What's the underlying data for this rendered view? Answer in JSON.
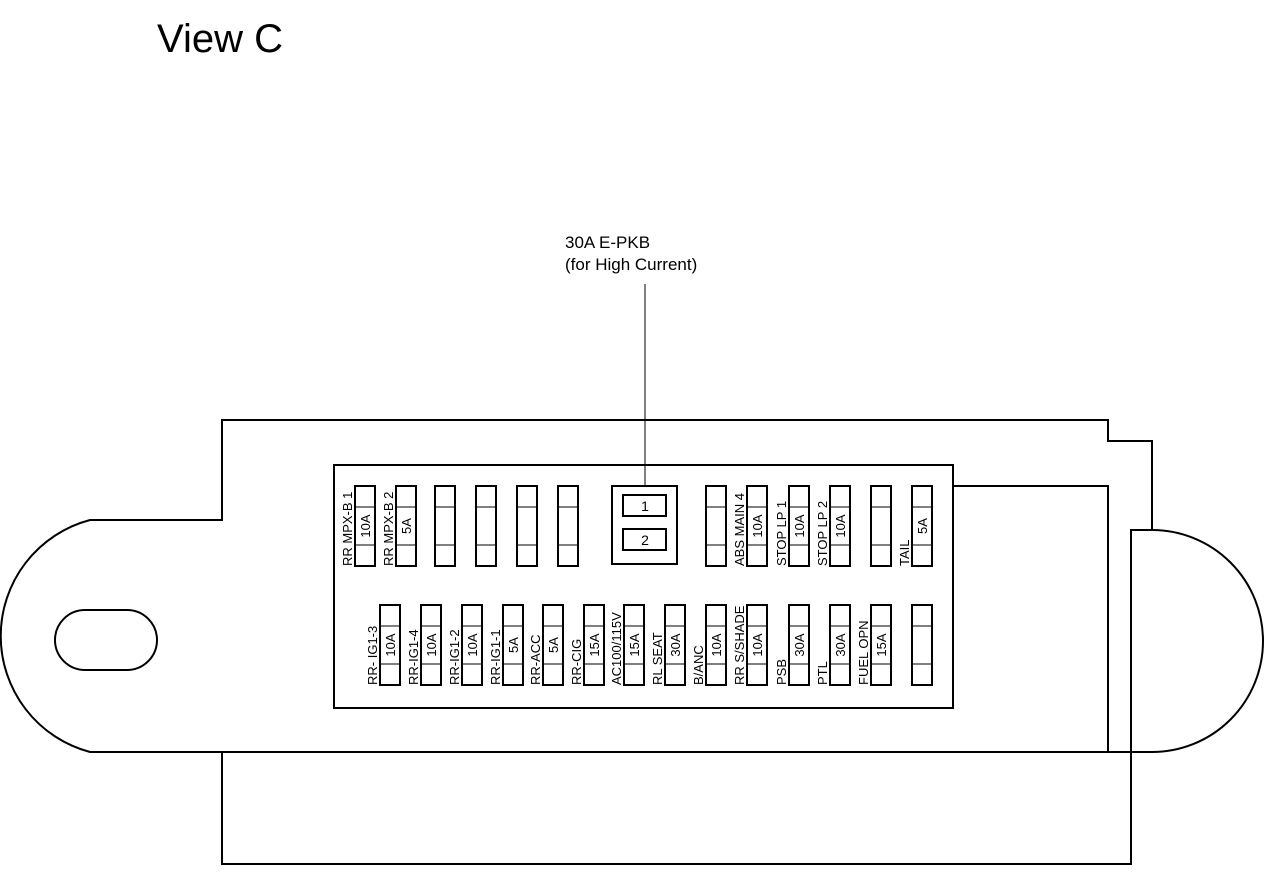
{
  "title": "View C",
  "callout": {
    "line1": "30A E-PKB",
    "line2": "(for High Current)"
  },
  "relay_slots": [
    "1",
    "2"
  ],
  "top_row": [
    {
      "name": "RR MPX-B 1",
      "rating": "10A"
    },
    {
      "name": "RR MPX-B 2",
      "rating": "5A"
    },
    {
      "name": "",
      "rating": ""
    },
    {
      "name": "",
      "rating": ""
    },
    {
      "name": "",
      "rating": ""
    },
    {
      "name": "",
      "rating": ""
    },
    {
      "name": "",
      "rating": ""
    },
    {
      "name": "ABS MAIN 4",
      "rating": "10A"
    },
    {
      "name": "STOP LP 1",
      "rating": "10A"
    },
    {
      "name": "STOP LP 2",
      "rating": "10A"
    },
    {
      "name": "",
      "rating": ""
    },
    {
      "name": "TAIL",
      "rating": "5A"
    }
  ],
  "bottom_row": [
    {
      "name": "RR- IG1-3",
      "rating": "10A"
    },
    {
      "name": "RR-IG1-4",
      "rating": "10A"
    },
    {
      "name": "RR-IG1-2",
      "rating": "10A"
    },
    {
      "name": "RR-IG1-1",
      "rating": "5A"
    },
    {
      "name": "RR-ACC",
      "rating": "5A"
    },
    {
      "name": "RR-CIG",
      "rating": "15A"
    },
    {
      "name": "AC100/115V",
      "rating": "15A"
    },
    {
      "name": "RL SEAT",
      "rating": "30A"
    },
    {
      "name": "B/ANC",
      "rating": "10A"
    },
    {
      "name": "RR S/SHADE",
      "rating": "10A"
    },
    {
      "name": "PSB",
      "rating": "30A"
    },
    {
      "name": "PTL",
      "rating": "30A"
    },
    {
      "name": "FUEL OPN",
      "rating": "15A"
    },
    {
      "name": "",
      "rating": ""
    }
  ]
}
